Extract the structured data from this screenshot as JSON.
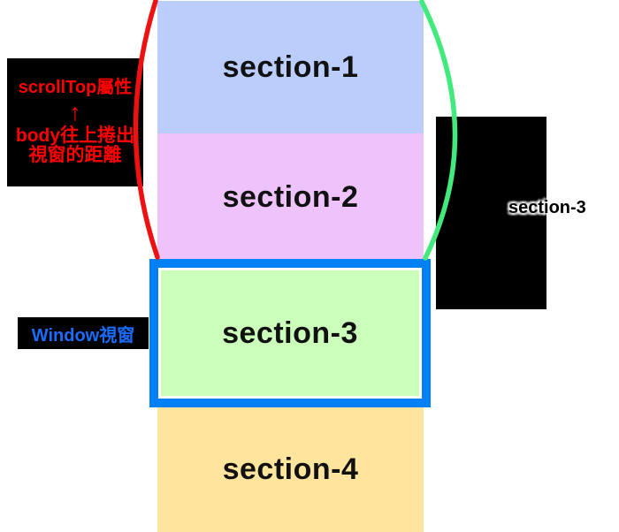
{
  "page": {
    "background": "#ffffff"
  },
  "sections": [
    {
      "label": "section-1",
      "color": "#bacdfb"
    },
    {
      "label": "section-2",
      "color": "#eec2fb"
    },
    {
      "label": "section-3",
      "color": "#ccfebb"
    },
    {
      "label": "section-4",
      "color": "#fee49d"
    }
  ],
  "window_viewport": {
    "border_color": "#0080f5",
    "label": "Window視窗",
    "label_color": "#1a6cff"
  },
  "scrolltop_annotation": {
    "line1": "scrollTop屬性",
    "up_arrow": "↑",
    "line2": "body往上捲出",
    "line3": "視窗的距離",
    "text_color": "#ff0000",
    "box_color": "#000000"
  },
  "right_annotation": {
    "label": "section-3",
    "box_color": "#000000"
  },
  "curves": {
    "red_color": "#ee1111",
    "green_color": "#42e97d"
  }
}
